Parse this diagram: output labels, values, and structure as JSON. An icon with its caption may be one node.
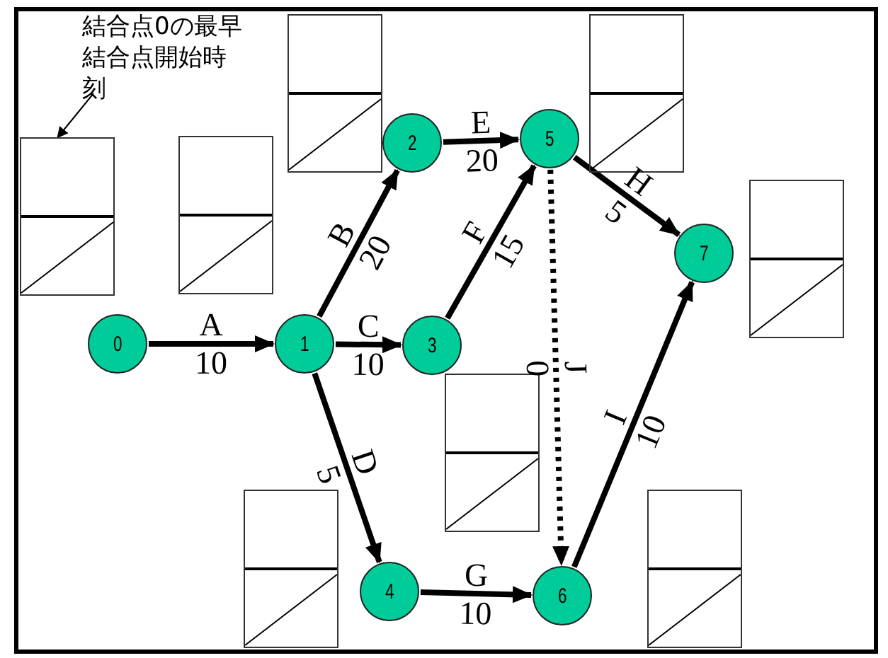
{
  "diagram": {
    "nodes": [
      {
        "text": [
          "0"
        ]
      },
      {
        "text": [
          "1"
        ]
      },
      {
        "text": [
          "2"
        ]
      },
      {
        "text": [
          "3"
        ]
      },
      {
        "text": [
          "4"
        ]
      },
      {
        "text": [
          "5"
        ]
      },
      {
        "text": [
          "6"
        ]
      },
      {
        "text": [
          "7"
        ]
      },
      {
        "text": [],
        "shape": "box"
      },
      {
        "text": [],
        "shape": "box"
      },
      {
        "text": [],
        "shape": "box"
      },
      {
        "text": [],
        "shape": "box"
      },
      {
        "text": [],
        "shape": "box"
      },
      {
        "text": [],
        "shape": "box"
      },
      {
        "text": [],
        "shape": "box"
      },
      {
        "text": [],
        "shape": "box"
      },
      {
        "text": [
          "結合点0の最早結合点開始時刻"
        ]
      }
    ],
    "edges": [
      {
        "from": 0,
        "to": 1,
        "arrow": "to",
        "label": "A 10"
      },
      {
        "from": 1,
        "to": 2,
        "arrow": "to",
        "label": "B 20"
      },
      {
        "from": 1,
        "to": 3,
        "arrow": "to",
        "label": "C 10"
      },
      {
        "from": 1,
        "to": 4,
        "arrow": "to",
        "label": "D 5"
      },
      {
        "from": 2,
        "to": 5,
        "arrow": "to",
        "label": "E 20"
      },
      {
        "from": 3,
        "to": 5,
        "arrow": "to",
        "label": "F 15"
      },
      {
        "from": 4,
        "to": 6,
        "arrow": "to",
        "label": "G 10"
      },
      {
        "from": 5,
        "to": 7,
        "arrow": "to",
        "label": "H 5"
      },
      {
        "from": 6,
        "to": 7,
        "arrow": "to",
        "label": "I 10"
      },
      {
        "from": 5,
        "to": 6,
        "arrow": "to",
        "label": "J 0",
        "style": "dashed"
      },
      {
        "from": 16,
        "to": 8,
        "arrow": "to"
      }
    ]
  }
}
